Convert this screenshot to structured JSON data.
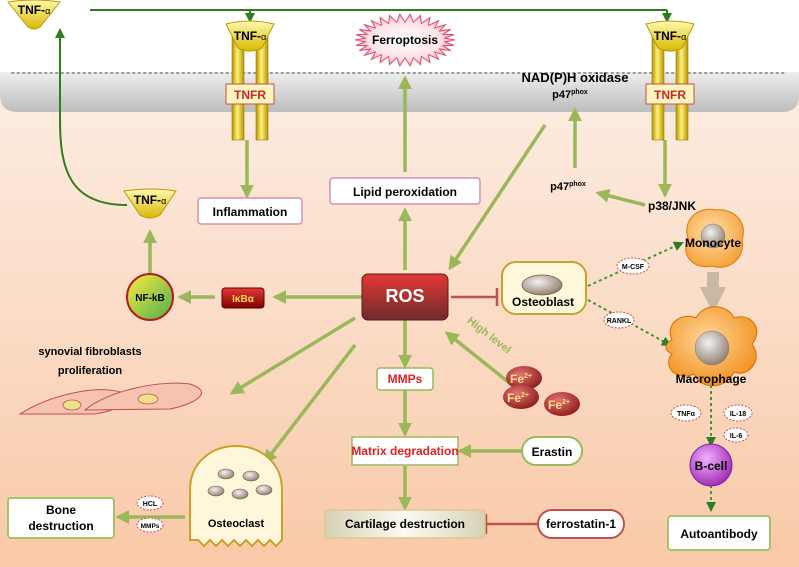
{
  "tnf": {
    "base": "TNF-",
    "greek": "α"
  },
  "tnfr_label": "TNFR",
  "ferroptosis": "Ferroptosis",
  "nadph_oxidase": "NAD(P)H oxidase",
  "p47_base": "p47",
  "p47_sup": "phox",
  "inflammation": "Inflammation",
  "lipid_peroxidation": "Lipid peroxidation",
  "p38_jnk": "p38/JNK",
  "monocyte": "Monocyte",
  "m_csf": "M-CSF",
  "rankl": "RANKL",
  "macrophage": "Macrophage",
  "tnfa_small": "TNFα",
  "il18": "IL-18",
  "il6": "IL-6",
  "bcell": "B-cell",
  "autoantibody": "Autoantibody",
  "nfkb": "NF-kB",
  "ikba": "IκBα",
  "ros": "ROS",
  "osteoblast": "Osteoblast",
  "high_level": "High level",
  "fe_base": "Fe",
  "fe_sup": "2+",
  "synovial_line1": "synovial fibroblasts",
  "synovial_line2": "proliferation",
  "mmps": "MMPs",
  "mmps_small": "MMPs",
  "matrix_degradation": "Matrix degradation",
  "erastin": "Erastin",
  "hcl": "HCL",
  "osteoclast": "Osteoclast",
  "bone_line1": "Bone",
  "bone_line2": "destruction",
  "cartilage_destruction": "Cartilage destruction",
  "ferrostatin": "ferrostatin-1",
  "colors": {
    "arrow_green": "#9ab85a",
    "dark_green": "#2e7d1f",
    "receptor_gold": "#e8c800",
    "ros_red": "#c62828",
    "inhibit_red": "#c0504d",
    "text_red": "#e02020",
    "membrane_gray": "#dcdcdc"
  }
}
